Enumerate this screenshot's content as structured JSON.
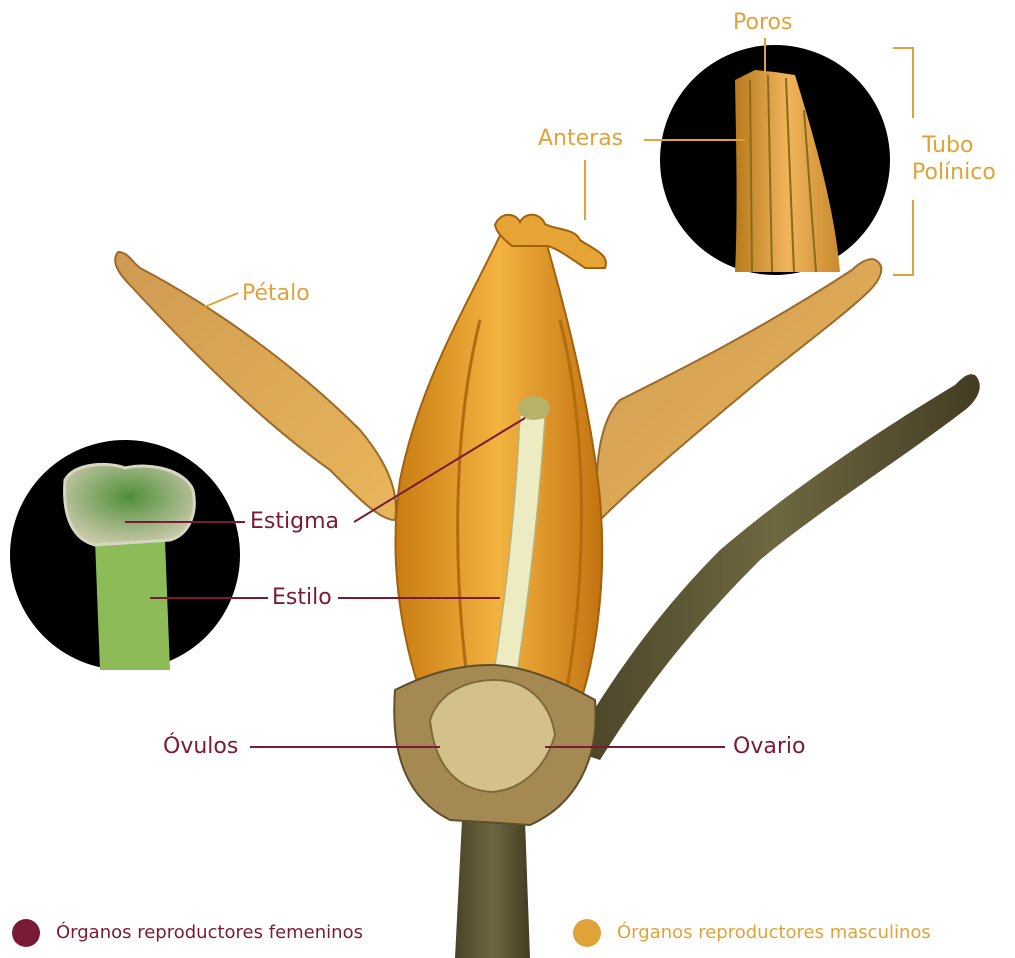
{
  "colors": {
    "female": "#7a1b35",
    "male": "#e0a33a",
    "petal": "#d39a3a",
    "stem": "#5e5a3a",
    "inset_bg": "#000000"
  },
  "labels": {
    "poros": "Poros",
    "anteras": "Anteras",
    "tubo_line1": "Tubo",
    "tubo_line2": "Polínico",
    "petalo": "Pétalo",
    "estigma": "Estigma",
    "estilo": "Estilo",
    "ovulos": "Óvulos",
    "ovario": "Ovario"
  },
  "legend": {
    "female": "Órganos reproductores femeninos",
    "male": "Órganos reproductores masculinos"
  }
}
